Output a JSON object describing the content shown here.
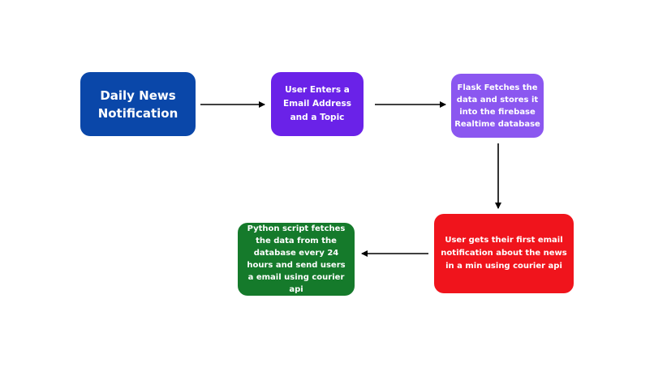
{
  "colors": {
    "node1": "#0a47a9",
    "node2": "#6a22e8",
    "node3": "#8b57f0",
    "node4": "#f0141c",
    "node5": "#157a2b",
    "arrow": "#000000"
  },
  "nodes": [
    {
      "id": "n1",
      "label": "Daily News Notification"
    },
    {
      "id": "n2",
      "label": "User Enters a Email Address and a Topic"
    },
    {
      "id": "n3",
      "label": "Flask Fetches the data and stores it into the firebase Realtime database"
    },
    {
      "id": "n4",
      "label": "User gets their first email notification about the news in a min using courier api"
    },
    {
      "id": "n5",
      "label": "Python script fetches the data from the database every 24 hours and send users a email using courier api"
    }
  ],
  "edges": [
    {
      "from": "n1",
      "to": "n2"
    },
    {
      "from": "n2",
      "to": "n3"
    },
    {
      "from": "n3",
      "to": "n4"
    },
    {
      "from": "n4",
      "to": "n5"
    }
  ]
}
